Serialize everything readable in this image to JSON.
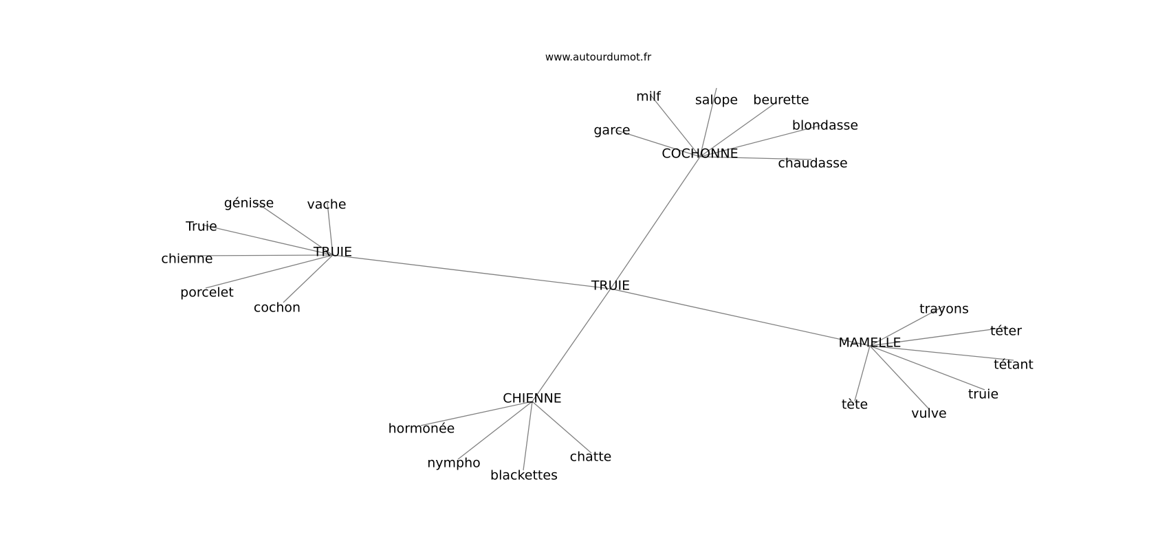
{
  "site": "www.autourdumot.fr",
  "graph": {
    "center": "TRUIE",
    "clusters": [
      {
        "hub": "COCHONNE",
        "words": [
          "garce",
          "milf",
          "salope",
          "beurette",
          "blondasse",
          "chaudasse"
        ]
      },
      {
        "hub": "TRUIE",
        "words": [
          "génisse",
          "vache",
          "Truie",
          "chienne",
          "porcelet",
          "cochon"
        ]
      },
      {
        "hub": "MAMELLE",
        "words": [
          "trayons",
          "téter",
          "tétant",
          "truie",
          "vulve",
          "tète"
        ]
      },
      {
        "hub": "CHIENNE",
        "words": [
          "hormonée",
          "nympho",
          "blackettes",
          "chatte"
        ]
      }
    ]
  },
  "colors": {
    "edge": "#808080",
    "text": "#000000",
    "background": "#ffffff"
  }
}
